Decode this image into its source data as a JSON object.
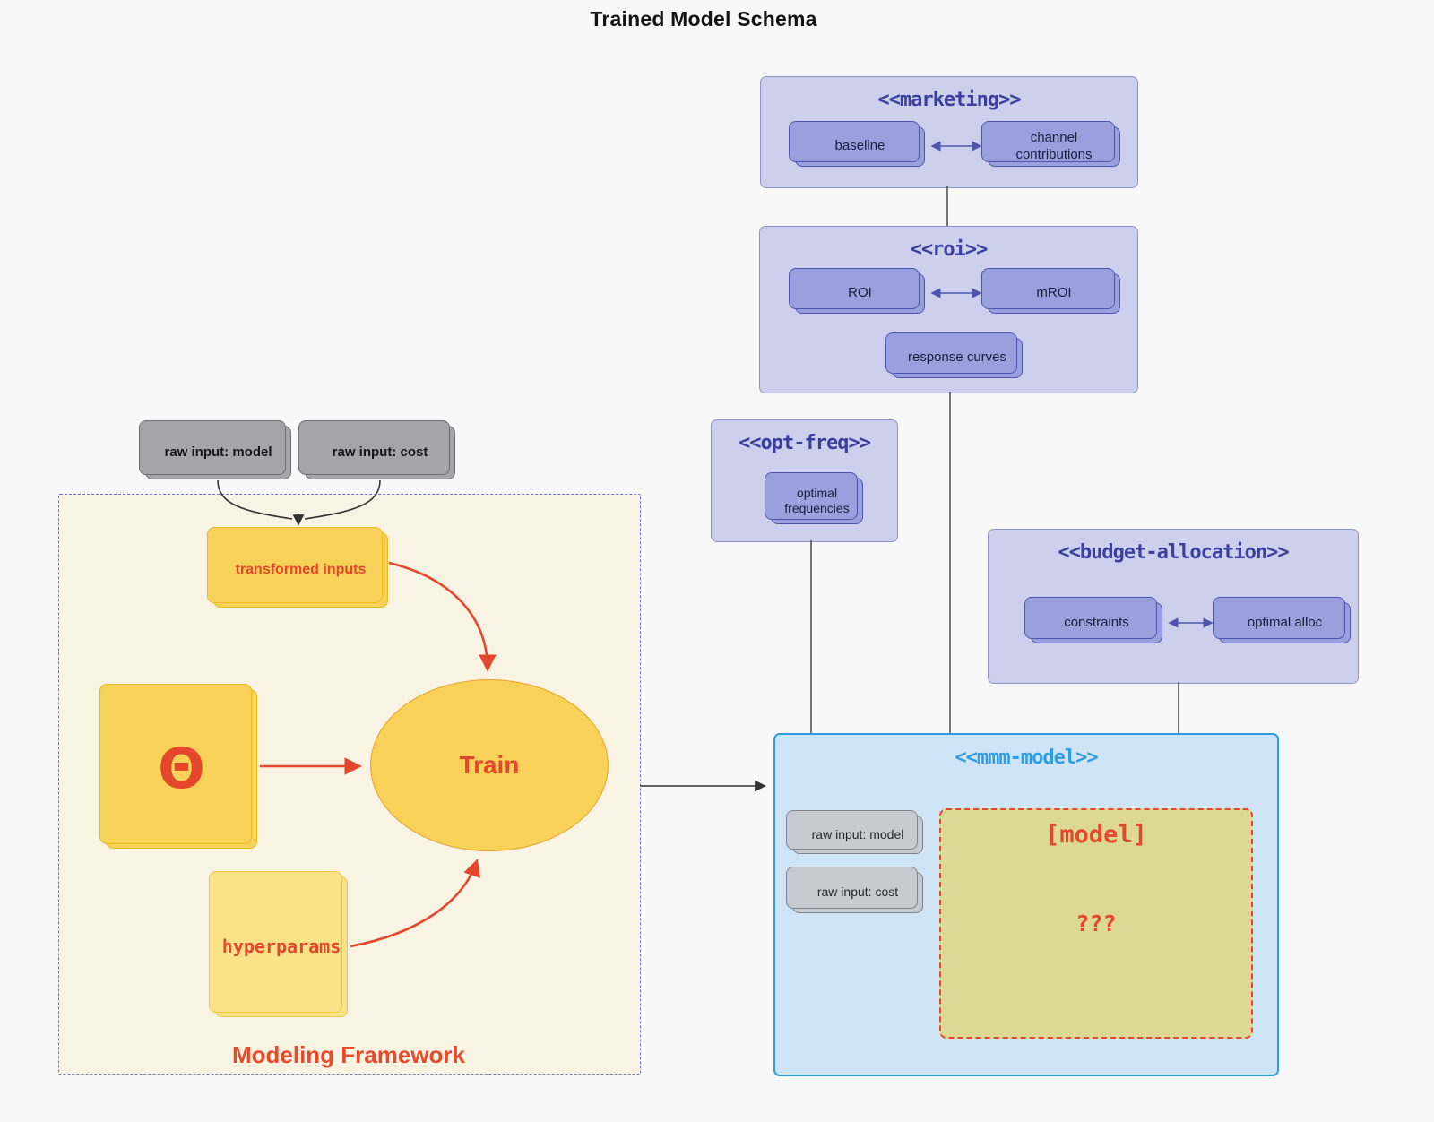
{
  "page": {
    "title": "Trained Model Schema"
  },
  "colors": {
    "background": "#f8f8f8",
    "lavender_container": "#cdd0ed",
    "indigo_title": "#3a3fa0",
    "purple_node": "#9a9fdd",
    "blue_container": "#cfe4f6",
    "blue_title": "#2e9ce0",
    "gray_node_dark": "#a5a5a8",
    "gray_node_light": "#c5cbd1",
    "cream_container": "#f9f3e3",
    "yellow_node": "#f8d158",
    "khaki_model_box": "#ddd893",
    "red_accent": "#e5472d"
  },
  "marketing": {
    "title": "<<marketing>>",
    "baseline": "baseline",
    "channel_contributions": "channel contributions"
  },
  "roi": {
    "title": "<<roi>>",
    "roi": "ROI",
    "mroi": "mROI",
    "response_curves": "response curves"
  },
  "opt_freq": {
    "title": "<<opt-freq>>",
    "optimal_frequencies": "optimal frequencies"
  },
  "budget_allocation": {
    "title": "<<budget-allocation>>",
    "constraints": "constraints",
    "optimal_alloc": "optimal alloc"
  },
  "mmm_model": {
    "title": "<<mmm-model>>",
    "raw_input_model": "raw input: model",
    "raw_input_cost": "raw input: cost",
    "model_title": "[model]",
    "model_placeholder": "???"
  },
  "modeling_framework": {
    "label": "Modeling Framework",
    "raw_input_model": "raw input: model",
    "raw_input_cost": "raw input: cost",
    "transformed_inputs": "transformed inputs",
    "theta": "Θ",
    "train": "Train",
    "hyperparams": "hyperparams"
  }
}
